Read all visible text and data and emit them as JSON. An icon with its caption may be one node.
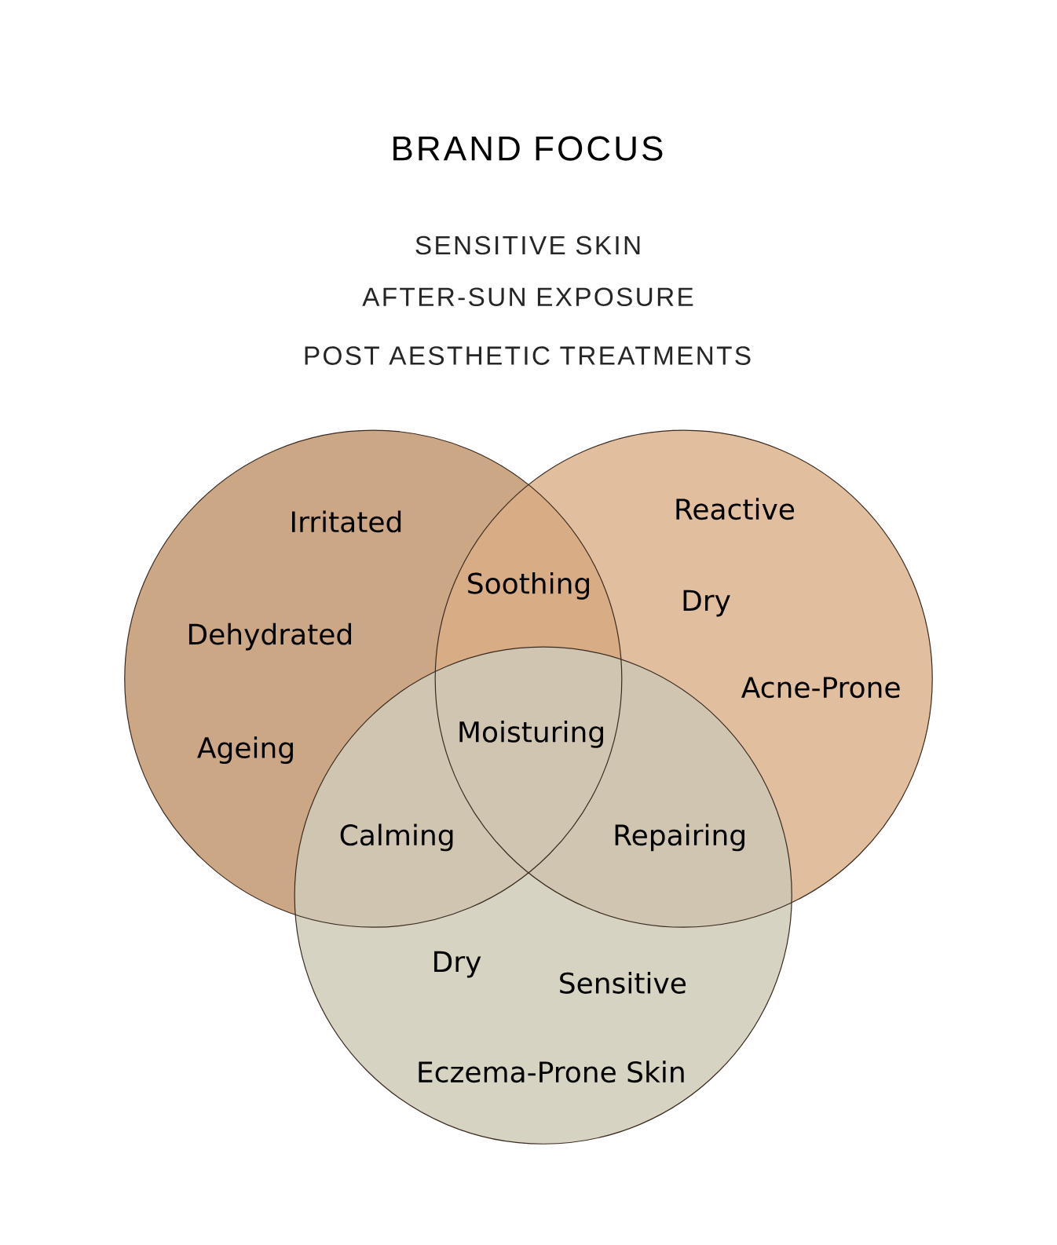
{
  "diagram": {
    "title": "BRAND FOCUS",
    "nodes": [
      {
        "text": [
          "Irritated",
          "Dehydrated",
          "Ageing"
        ]
      },
      {
        "text": [
          "Reactive",
          "Dry",
          "Acne-Prone"
        ]
      },
      {
        "text": [
          "Dry",
          "Sensitive",
          "Eczema-Prone Skin"
        ]
      }
    ],
    "labels": [
      "SENSITIVE SKIN",
      "AFTER-SUN EXPOSURE",
      "POST AESTHETIC TREATMENTS",
      "Soothing",
      "Moisturing",
      "Calming",
      "Repairing"
    ]
  }
}
